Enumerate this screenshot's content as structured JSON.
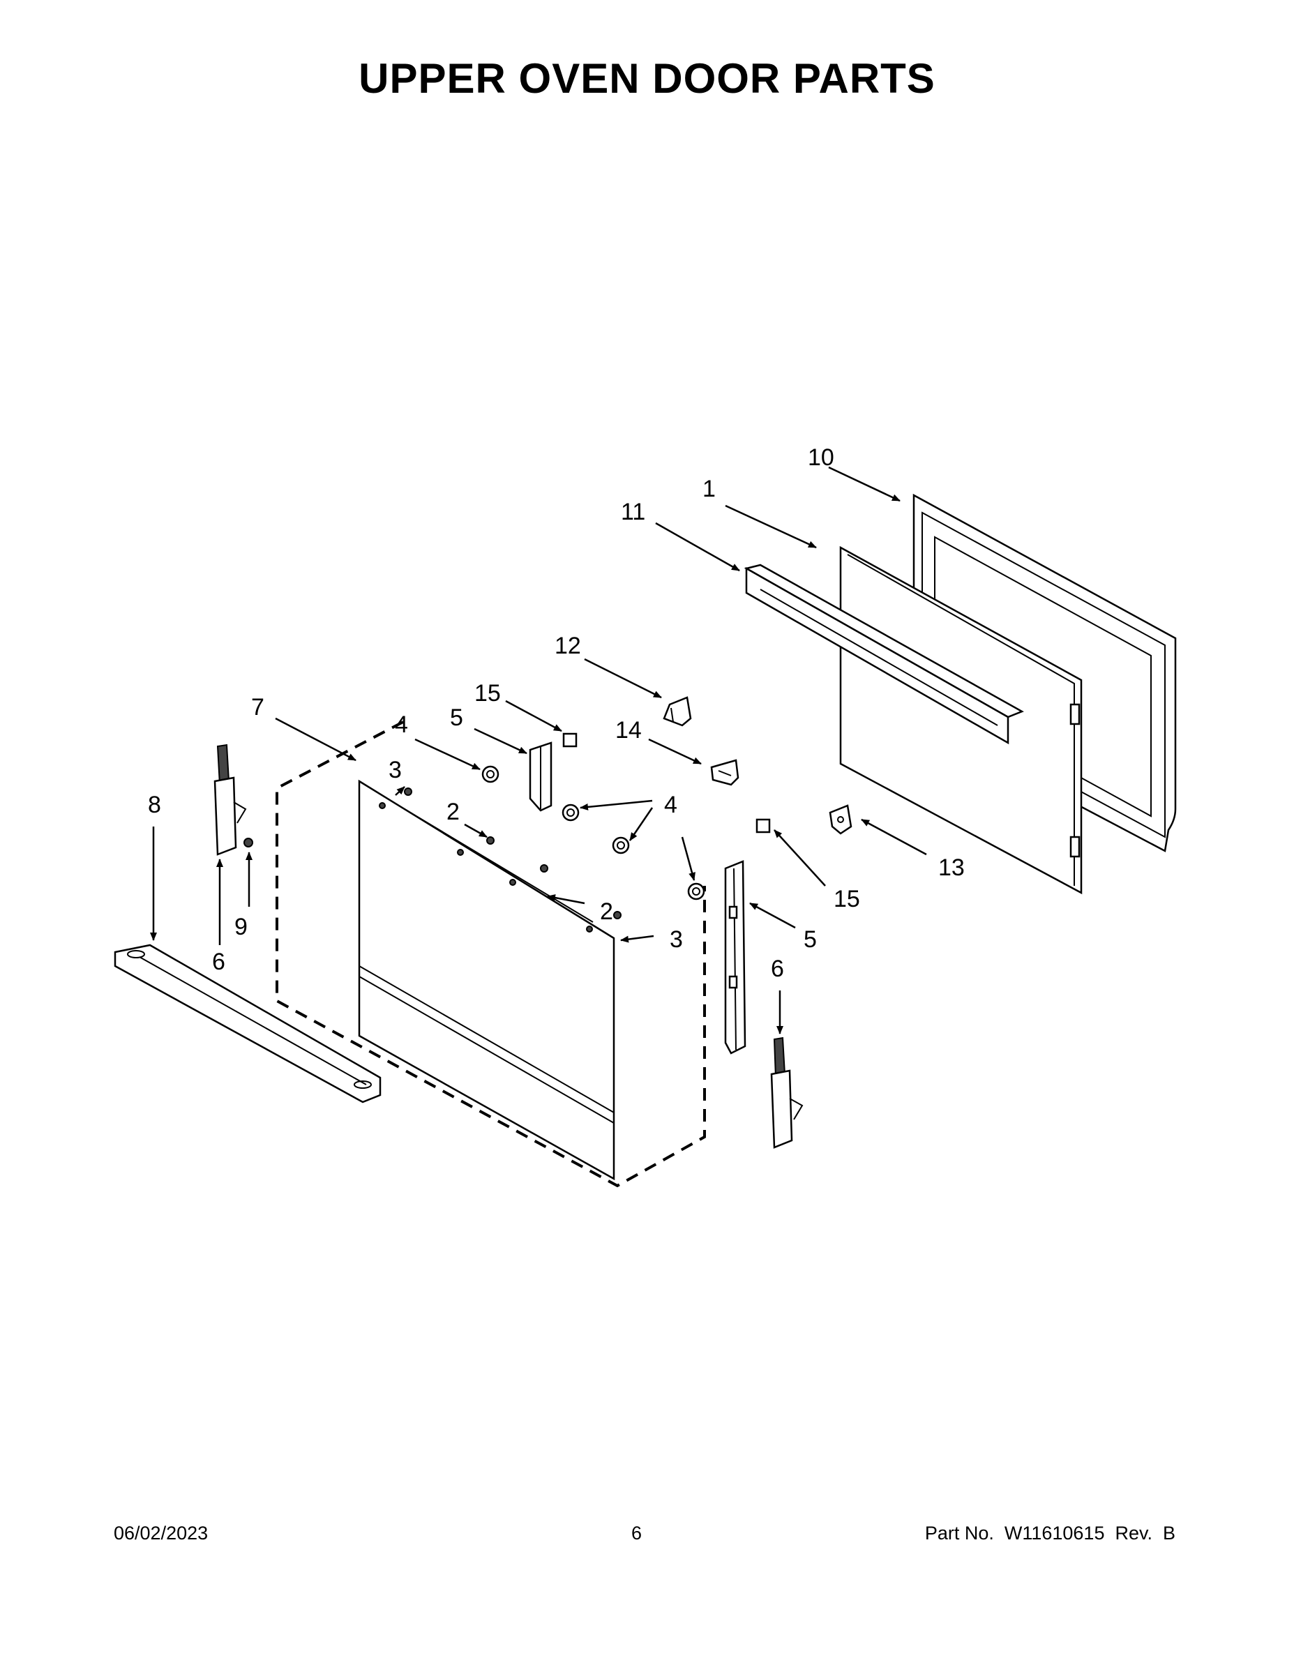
{
  "title": "UPPER OVEN DOOR PARTS",
  "footer": {
    "date": "06/02/2023",
    "page": "6",
    "part_number": "Part No.  W11610615  Rev.  B"
  },
  "callouts": [
    "1",
    "2",
    "2",
    "3",
    "3",
    "4",
    "4",
    "5",
    "5",
    "6",
    "6",
    "7",
    "8",
    "9",
    "10",
    "11",
    "12",
    "13",
    "14",
    "15",
    "15"
  ]
}
